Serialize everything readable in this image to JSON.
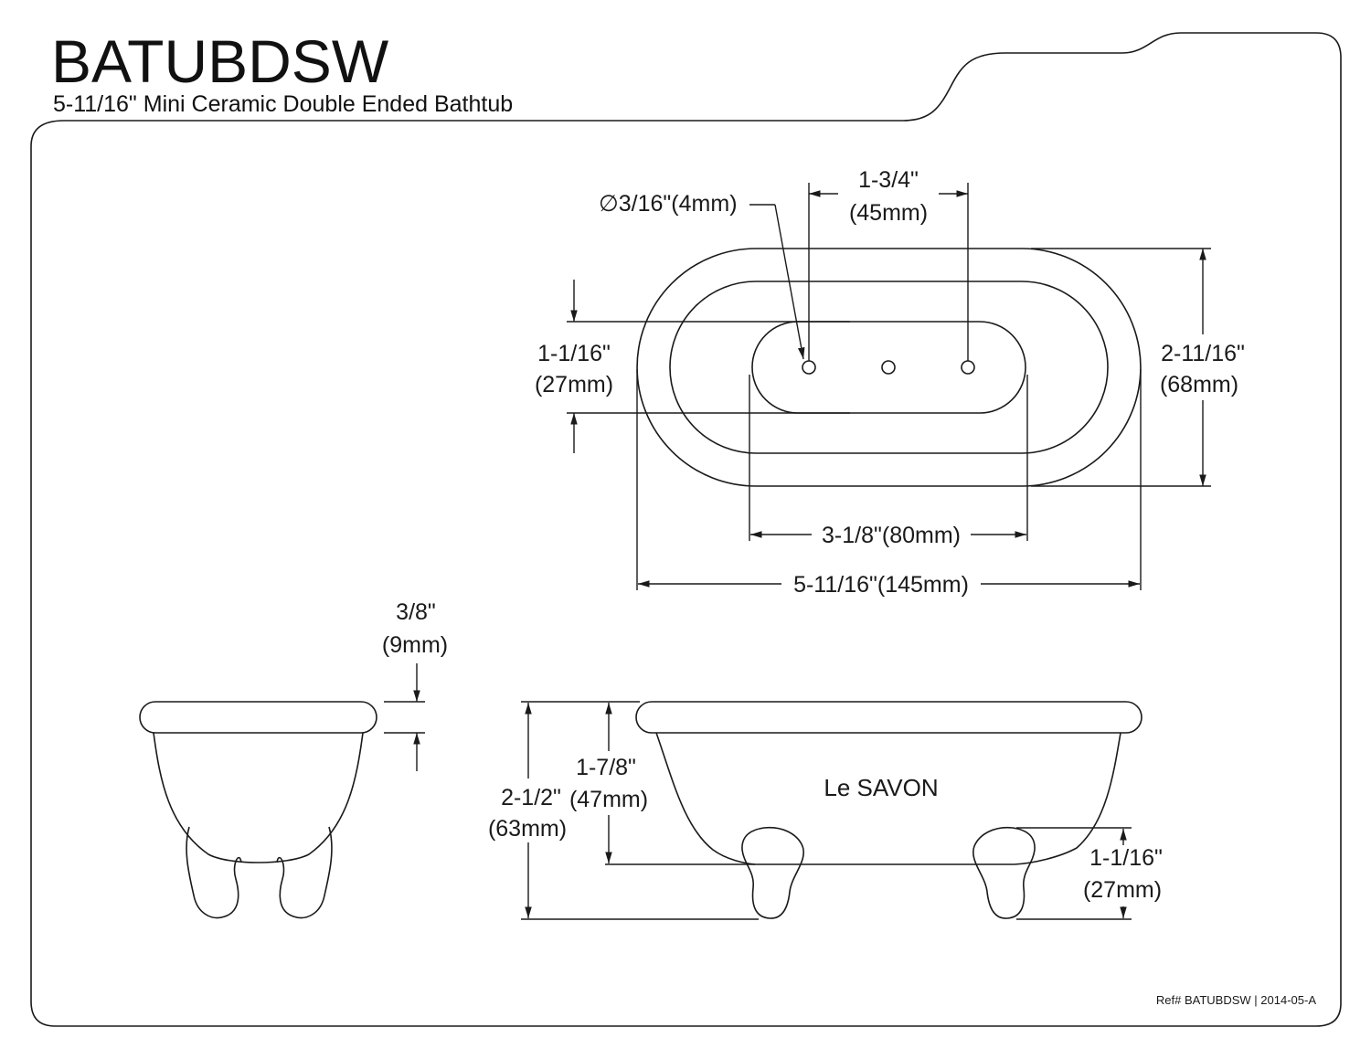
{
  "header": {
    "model": "BATUBDSW",
    "description": "5-11/16\" Mini Ceramic Double Ended Bathtub"
  },
  "top_view": {
    "hole_diameter": "∅3/16\"(4mm)",
    "hole_spacing_in": "1-3/4\"",
    "hole_spacing_mm": "(45mm)",
    "deck_width_in": "1-1/16\"",
    "deck_width_mm": "(27mm)",
    "overall_width_in": "2-11/16\"",
    "overall_width_mm": "(68mm)",
    "deck_length": "3-1/8\"(80mm)",
    "overall_length": "5-11/16\"(145mm)"
  },
  "end_view": {
    "rim_height_in": "3/8\"",
    "rim_height_mm": "(9mm)"
  },
  "side_view": {
    "brand_label": "Le SAVON",
    "overall_height_in": "2-1/2\"",
    "overall_height_mm": "(63mm)",
    "body_height_in": "1-7/8\"",
    "body_height_mm": "(47mm)",
    "foot_height_in": "1-1/16\"",
    "foot_height_mm": "(27mm)"
  },
  "footer": {
    "reference": "Ref# BATUBDSW | 2014-05-A"
  }
}
